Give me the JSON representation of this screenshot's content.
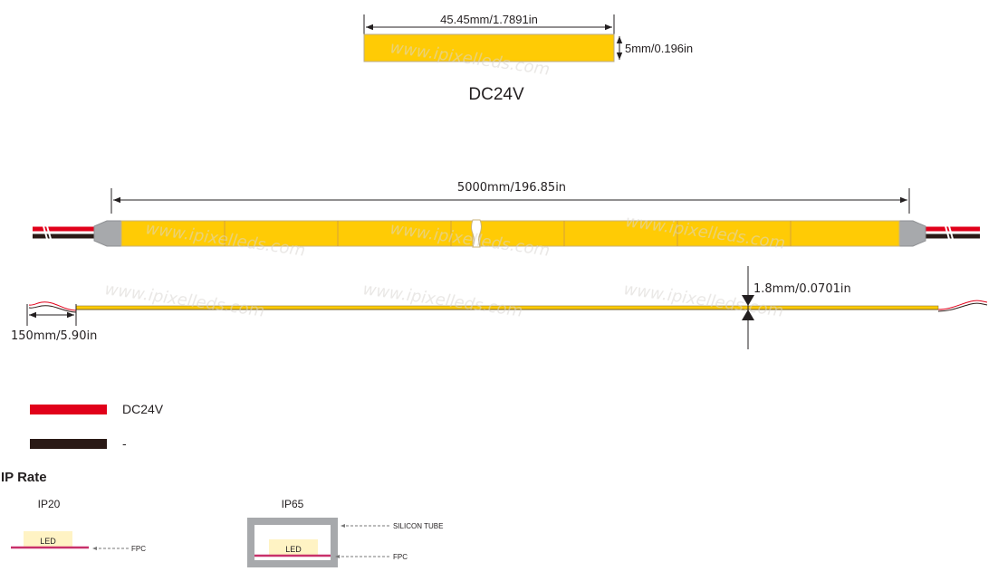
{
  "segment": {
    "length_label": "45.45mm/1.7891in",
    "width_label": "5mm/0.196in",
    "voltage_label": "DC24V"
  },
  "strip": {
    "length_label": "5000mm/196.85in",
    "thickness_label": "1.8mm/0.0701in",
    "lead_label": "150mm/5.90in"
  },
  "watermark": "www.ipixelleds.com",
  "legend": {
    "items": [
      {
        "color": "#e1001a",
        "label": "DC24V"
      },
      {
        "color": "#2a1a16",
        "label": "-"
      }
    ]
  },
  "ip_rate": {
    "title": "IP Rate",
    "ip20": {
      "name": "IP20",
      "led_label": "LED",
      "fpc_label": "FPC"
    },
    "ip65": {
      "name": "IP65",
      "led_label": "LED",
      "fpc_label": "FPC",
      "tube_label": "SILICON TUBE"
    }
  },
  "colors": {
    "led_yellow": "#ffcb05",
    "led_light": "#fff3c4",
    "fpc_line": "#c8306a",
    "end_cap": "#a7a9ac",
    "tube": "#a7a9ac",
    "wire_red": "#e1001a",
    "wire_black": "#2a1a16"
  }
}
